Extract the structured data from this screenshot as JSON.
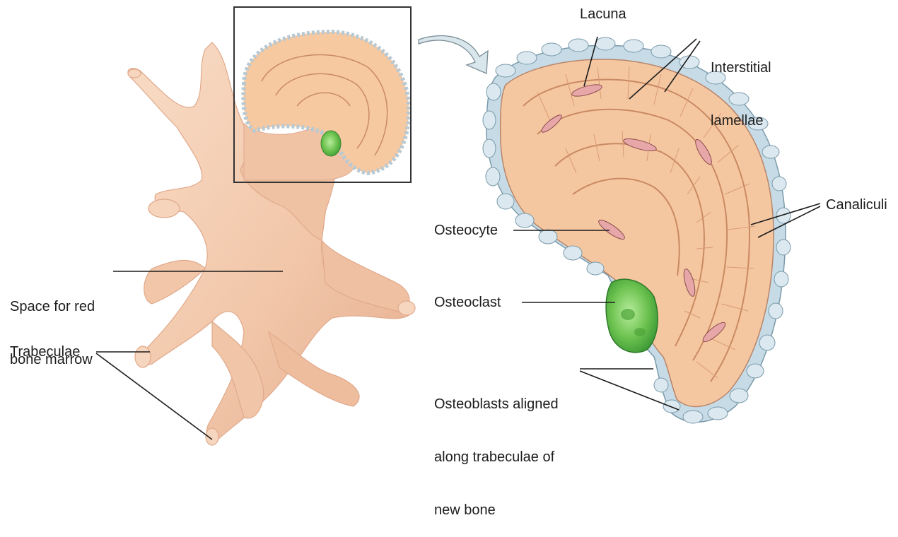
{
  "labels": {
    "lacuna": "Lacuna",
    "interstitial_1": "Interstitial",
    "interstitial_2": "lamellae",
    "canaliculi": "Canaliculi",
    "osteocyte": "Osteocyte",
    "osteoclast": "Osteoclast",
    "osteoblasts_1": "Osteoblasts aligned",
    "osteoblasts_2": "along trabeculae of",
    "osteoblasts_3": "new bone",
    "space_1": "Space for red",
    "space_2": "bone marrow",
    "trabeculae": "Trabeculae"
  },
  "colors": {
    "bone_tan": "#f5c7a0",
    "trabecula_pink": "#f3c9ae",
    "lamella_line": "#c98a63",
    "osteocyte_pink": "#e7a6a8",
    "osteoblast_blue": "#c6dbe6",
    "osteoclast_green": "#7ccf63",
    "leader_line": "#1c1c1c"
  }
}
